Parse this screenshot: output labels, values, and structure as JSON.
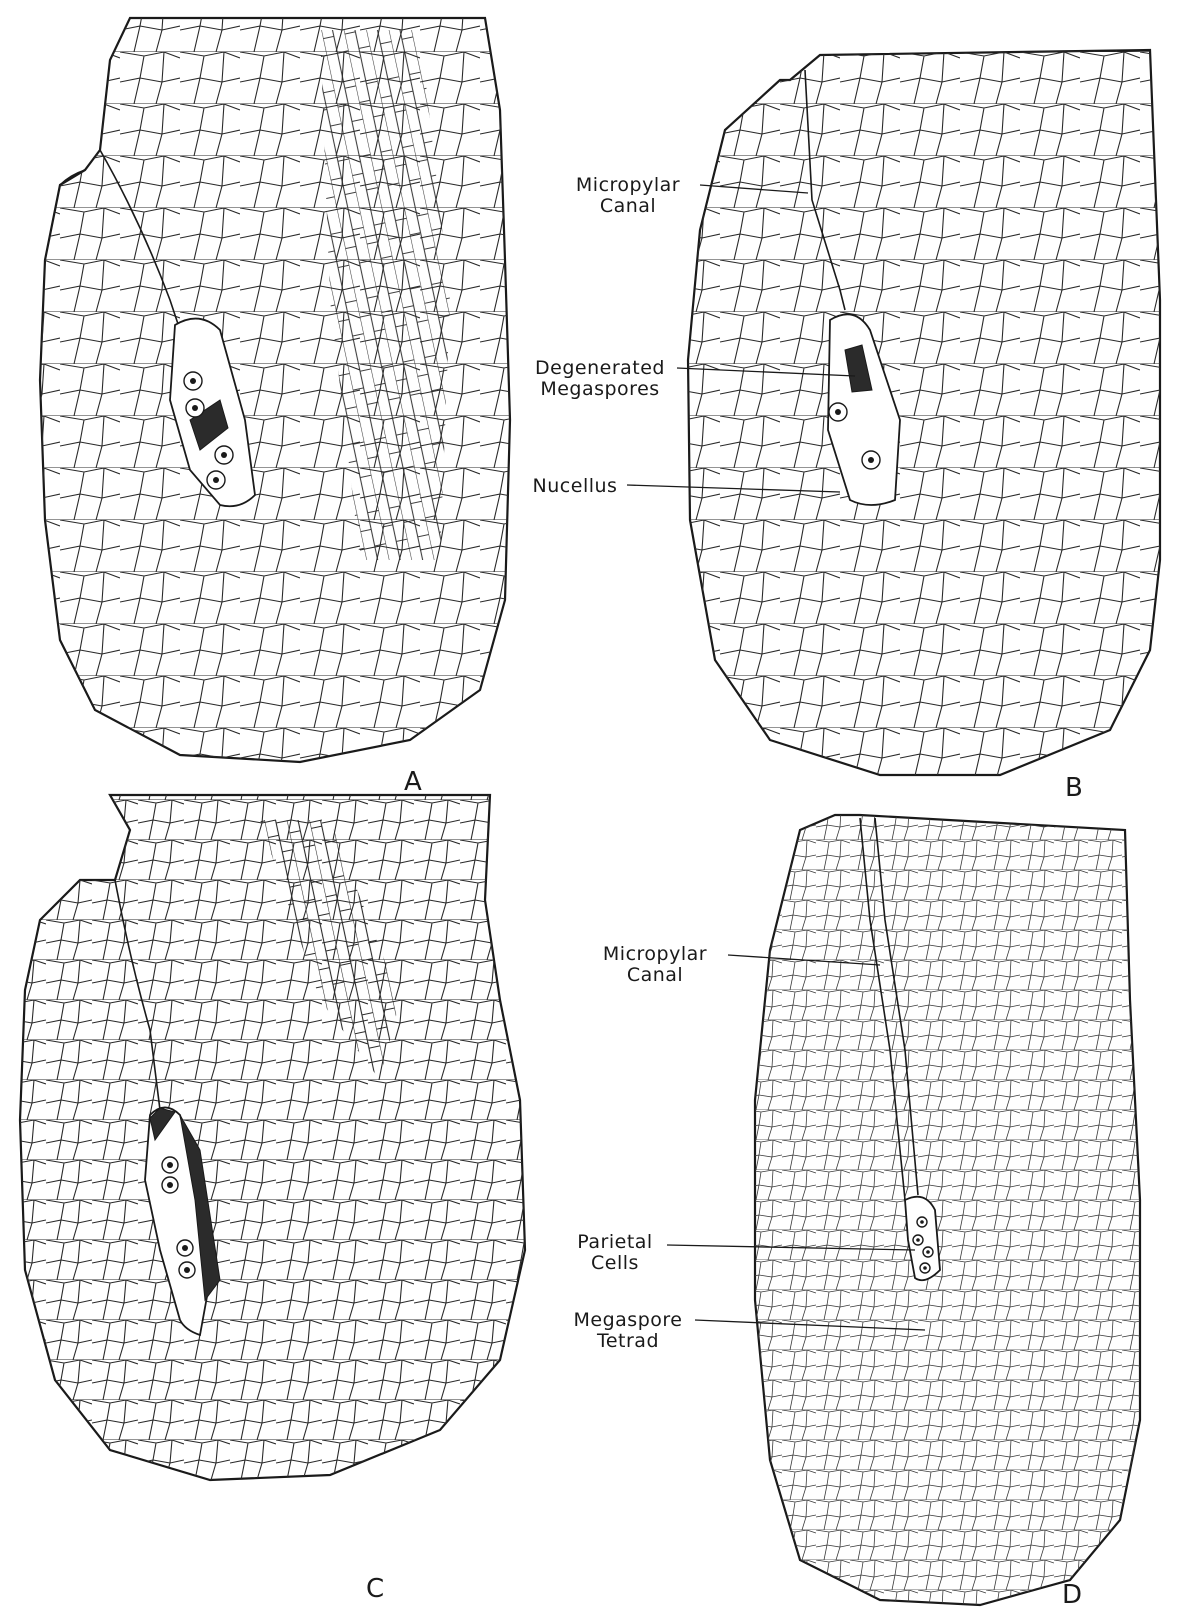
{
  "panels": [
    {
      "letter": "A"
    },
    {
      "letter": "B"
    },
    {
      "letter": "C"
    },
    {
      "letter": "D"
    }
  ],
  "labels": {
    "b_micropylar_1": "Micropylar",
    "b_micropylar_2": "Canal",
    "b_degenerated_1": "Degenerated",
    "b_degenerated_2": "Megaspores",
    "b_nucellus": "Nucellus",
    "d_micropylar_1": "Micropylar",
    "d_micropylar_2": "Canal",
    "d_parietal_1": "Parietal",
    "d_parietal_2": "Cells",
    "d_megaspore_1": "Megaspore",
    "d_megaspore_2": "Tetrad"
  }
}
